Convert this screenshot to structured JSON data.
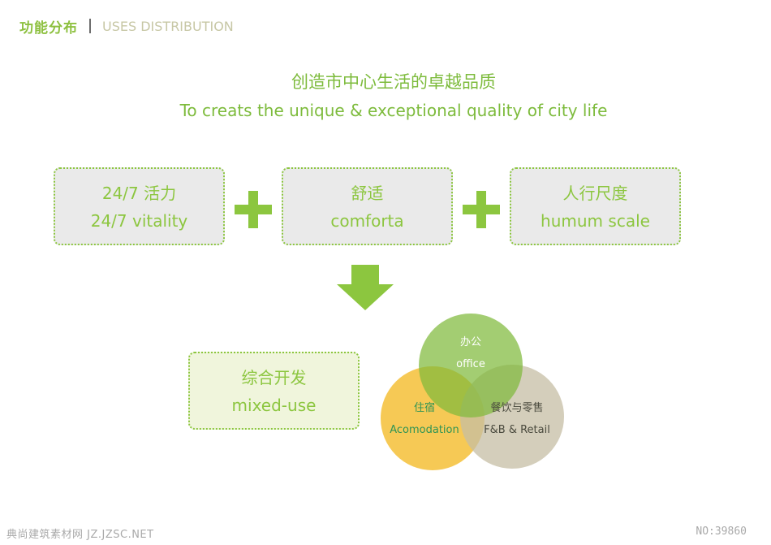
{
  "header": {
    "title_cn": "功能分布",
    "title_en": "USES DISTRIBUTION"
  },
  "headline": {
    "cn": "创造市中心生活的卓越品质",
    "en": "To creats the unique & exceptional quality of city life"
  },
  "qualities": [
    {
      "cn": "24/7  活力",
      "en": "24/7  vitality"
    },
    {
      "cn": "舒适",
      "en": "comforta"
    },
    {
      "cn": "人行尺度",
      "en": "humum scale"
    }
  ],
  "result": {
    "cn": "综合开发",
    "en": "mixed-use"
  },
  "venn": {
    "office": {
      "cn": "办公",
      "en": "office",
      "color": "#7fba3c"
    },
    "residence": {
      "cn": "住宿",
      "en": "Acomodation",
      "color": "#f5c23e"
    },
    "retail": {
      "cn": "餐饮与零售",
      "en": "F&B & Retail",
      "color": "#c6bea4"
    }
  },
  "colors": {
    "accent_green": "#8cc63f",
    "box_fill": "#eaeaea",
    "header_grey": "#c7c7a5"
  },
  "footer": {
    "watermark": "典尚建筑素材网 JZ.JZSC.NET",
    "code": "NO:39860"
  }
}
